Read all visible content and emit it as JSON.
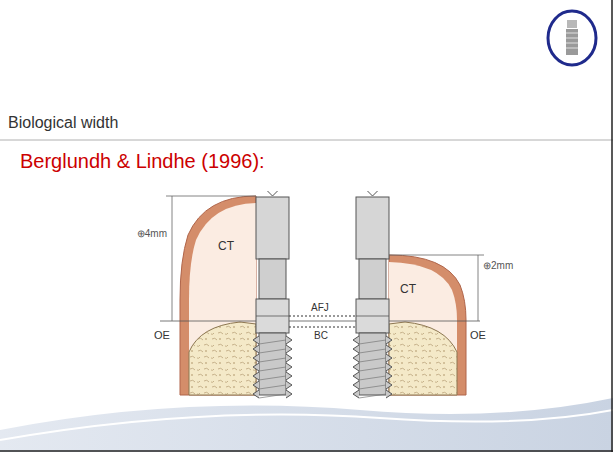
{
  "diagram": {
    "title": "Biological width",
    "labels": [
      "Berglundh & Lindhe (1996):",
      "⊕4mm",
      "CT",
      "OE",
      "AFJ",
      "BC",
      "CT",
      "⊕2mm",
      "OE"
    ]
  }
}
